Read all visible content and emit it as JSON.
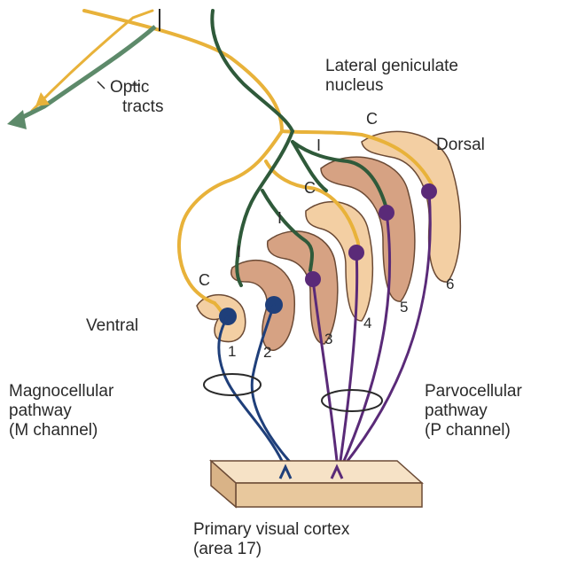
{
  "labels": {
    "optic_tracts": [
      "Optic",
      "tracts"
    ],
    "lgn": [
      "Lateral geniculate",
      "nucleus"
    ],
    "dorsal": "Dorsal",
    "ventral": "Ventral",
    "magno": [
      "Magnocellular",
      "pathway",
      "(M channel)"
    ],
    "parvo": [
      "Parvocellular",
      "pathway",
      "(P channel)"
    ],
    "cortex": [
      "Primary visual cortex",
      "(area 17)"
    ],
    "eye_marks": {
      "c": "C",
      "i": "I"
    },
    "layer_numbers": [
      "1",
      "2",
      "3",
      "4",
      "5",
      "6"
    ]
  },
  "colors": {
    "contralateral_fiber": "#e8b23a",
    "ipsilateral_fiber": "#2f5a3a",
    "optic_arrow": "#5d8a6a",
    "magno_axon": "#1f3f7a",
    "parvo_axon": "#5a2a78",
    "layer_light": "#f3cfa3",
    "layer_dark": "#d6a283",
    "cortex": "#f2d9b8"
  }
}
